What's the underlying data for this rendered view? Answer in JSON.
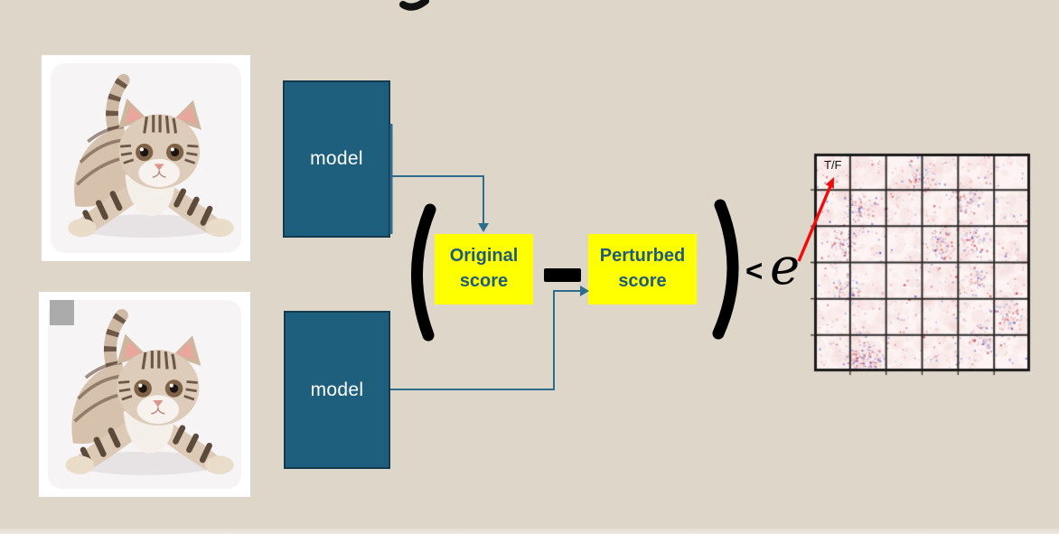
{
  "slide": {
    "background": "#ded6c8"
  },
  "flow": {
    "model_top_label": "model",
    "model_bottom_label": "model",
    "original_score": {
      "line1": "Original",
      "line2": "score"
    },
    "perturbed_score": {
      "line1": "Perturbed",
      "line2": "score"
    },
    "minus_symbol": "-",
    "open_paren": "(",
    "close_paren": ")",
    "threshold": {
      "less_than": "<",
      "epsilon": "e"
    }
  },
  "heatmap": {
    "tf_label": "T/F",
    "rows": 6,
    "cols": 6
  },
  "colors": {
    "background": "#ded6c8",
    "model_fill": "#1e5f7e",
    "model_border": "#15394e",
    "connector_teal": "#2e6d8e",
    "highlight_yellow": "#ffff00",
    "score_text": "#1e5c7a",
    "arrow_red": "#f20b0b",
    "occlusion_gray": "#ababab",
    "heatmap_bg": "#fcf3f2"
  }
}
